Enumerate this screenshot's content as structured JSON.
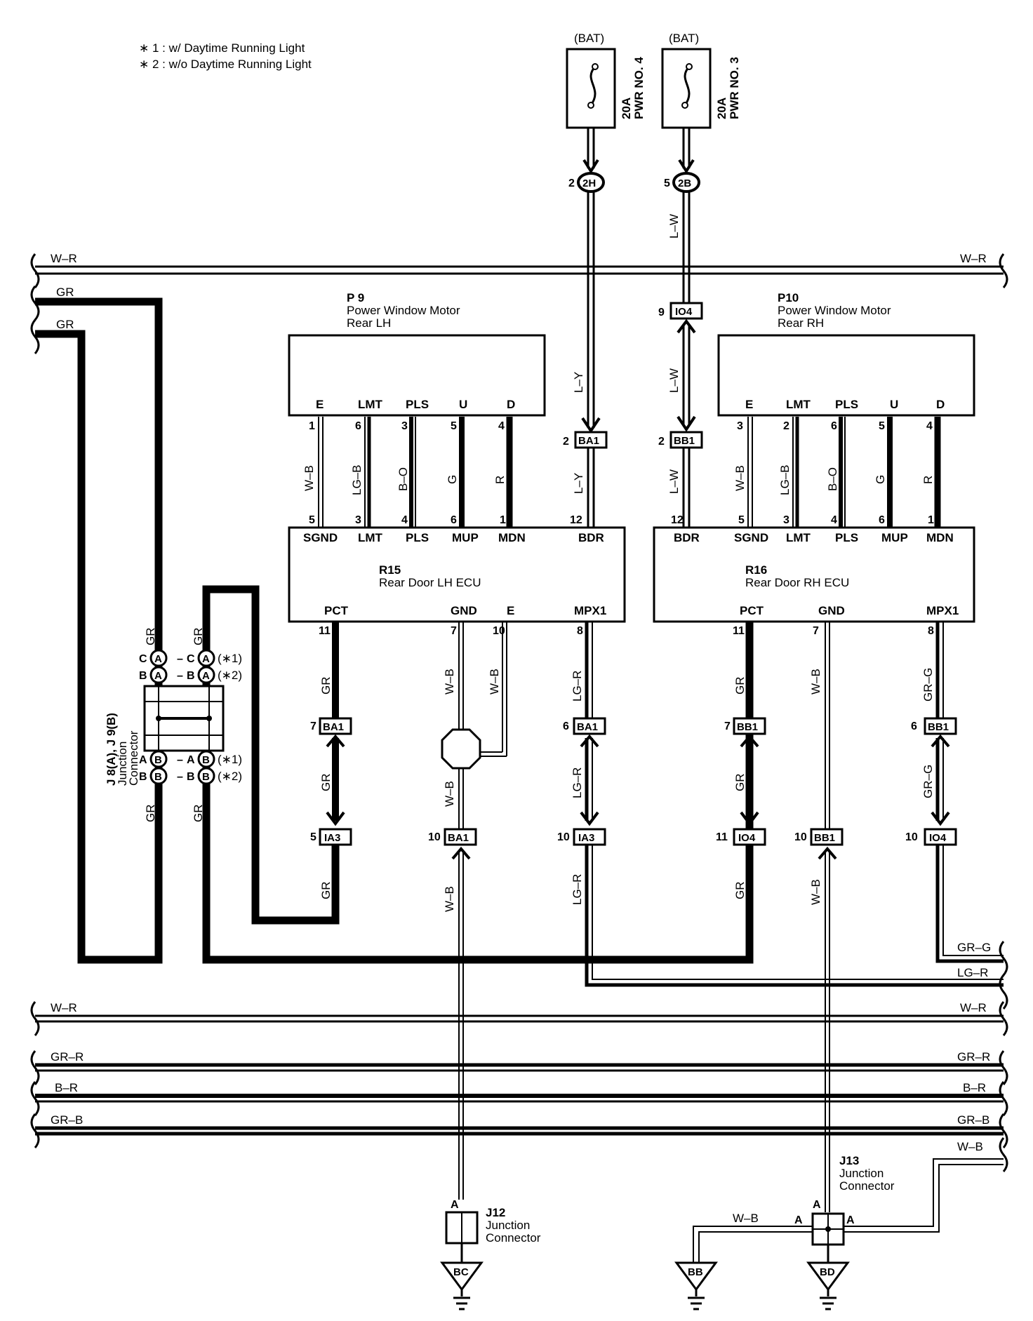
{
  "notes": [
    "∗ 1 : w/ Daytime Running Light",
    "∗ 2 : w/o Daytime Running Light"
  ],
  "fuses": [
    {
      "source": "(BAT)",
      "rating": "20A",
      "name": "PWR NO. 4",
      "pin": "2",
      "conn": "2H"
    },
    {
      "source": "(BAT)",
      "rating": "20A",
      "name": "PWR NO. 3",
      "pin": "5",
      "conn": "2B"
    }
  ],
  "bus_labels": {
    "wr_top": "W–R",
    "gr1": "GR",
    "gr2": "GR",
    "grg": "GR–G",
    "lgr": "LG–R",
    "wr_bottom": "W–R",
    "grr": "GR–R",
    "br": "B–R",
    "grb": "GR–B",
    "wb": "W–B"
  },
  "p9": {
    "id": "P 9",
    "name": "Power Window Motor",
    "sub": "Rear LH",
    "terminals": [
      "E",
      "LMT",
      "PLS",
      "U",
      "D"
    ],
    "pins": [
      "1",
      "6",
      "3",
      "5",
      "4"
    ]
  },
  "p10": {
    "id": "P10",
    "name": "Power Window Motor",
    "sub": "Rear RH",
    "terminals": [
      "E",
      "LMT",
      "PLS",
      "U",
      "D"
    ],
    "pins": [
      "3",
      "2",
      "6",
      "5",
      "4"
    ]
  },
  "r15": {
    "id": "R15",
    "name": "Rear Door LH ECU",
    "top_terminals": [
      "SGND",
      "LMT",
      "PLS",
      "MUP",
      "MDN",
      "BDR"
    ],
    "top_pins": [
      "5",
      "3",
      "4",
      "6",
      "1",
      "12"
    ],
    "bottom_terminals": [
      "PCT",
      "GND",
      "E",
      "MPX1"
    ],
    "bottom_pins": [
      "11",
      "7",
      "10",
      "8"
    ]
  },
  "r16": {
    "id": "R16",
    "name": "Rear Door RH ECU",
    "top_terminals": [
      "BDR",
      "SGND",
      "LMT",
      "PLS",
      "MUP",
      "MDN"
    ],
    "top_pins": [
      "12",
      "5",
      "3",
      "4",
      "6",
      "1"
    ],
    "bottom_terminals": [
      "PCT",
      "GND",
      "MPX1"
    ],
    "bottom_pins": [
      "11",
      "7",
      "8"
    ]
  },
  "wire_colors": {
    "lh_motor": [
      "W–B",
      "LG–B",
      "B–O",
      "G",
      "R"
    ],
    "rh_motor": [
      "W–B",
      "LG–B",
      "B–O",
      "G",
      "R"
    ],
    "ly": "L–Y",
    "lw": "L–W",
    "gr": "GR",
    "wb": "W–B",
    "lgr": "LG–R",
    "grg": "GR–G"
  },
  "connectors": {
    "io4_top": {
      "pin": "9",
      "name": "IO4"
    },
    "ba1_top": {
      "pin": "2",
      "name": "BA1"
    },
    "bb1_top": {
      "pin": "2",
      "name": "BB1"
    },
    "ba1_7": {
      "pin": "7",
      "name": "BA1"
    },
    "ba1_6": {
      "pin": "6",
      "name": "BA1"
    },
    "bb1_7": {
      "pin": "7",
      "name": "BB1"
    },
    "bb1_6": {
      "pin": "6",
      "name": "BB1"
    },
    "ia3_5": {
      "pin": "5",
      "name": "IA3"
    },
    "ba1_10": {
      "pin": "10",
      "name": "BA1"
    },
    "ia3_10": {
      "pin": "10",
      "name": "IA3"
    },
    "io4_11": {
      "pin": "11",
      "name": "IO4"
    },
    "bb1_10": {
      "pin": "10",
      "name": "BB1"
    },
    "io4_10": {
      "pin": "10",
      "name": "IO4"
    }
  },
  "junction_j8": {
    "label1": "J 8(A), J 9(B)",
    "label2": "Junction",
    "label3": "Connector",
    "rows": [
      {
        "left_pin": "C",
        "left_conn": "A",
        "right_pin": "C",
        "right_conn": "A",
        "note": "(∗1)"
      },
      {
        "left_pin": "B",
        "left_conn": "A",
        "right_pin": "B",
        "right_conn": "A",
        "note": "(∗2)"
      },
      {
        "left_pin": "A",
        "left_conn": "B",
        "right_pin": "A",
        "right_conn": "B",
        "note": "(∗1)"
      },
      {
        "left_pin": "B",
        "left_conn": "B",
        "right_pin": "B",
        "right_conn": "B",
        "note": "(∗2)"
      }
    ],
    "dash": "–"
  },
  "j12": {
    "id": "J12",
    "name": "Junction",
    "sub": "Connector",
    "pin": "A",
    "ground": "BC"
  },
  "j13": {
    "id": "J13",
    "name": "Junction",
    "sub": "Connector",
    "pin_top": "A",
    "pin_left": "A",
    "pin_right": "A",
    "ground": "BD",
    "ground2": "BB",
    "wire": "W–B"
  }
}
